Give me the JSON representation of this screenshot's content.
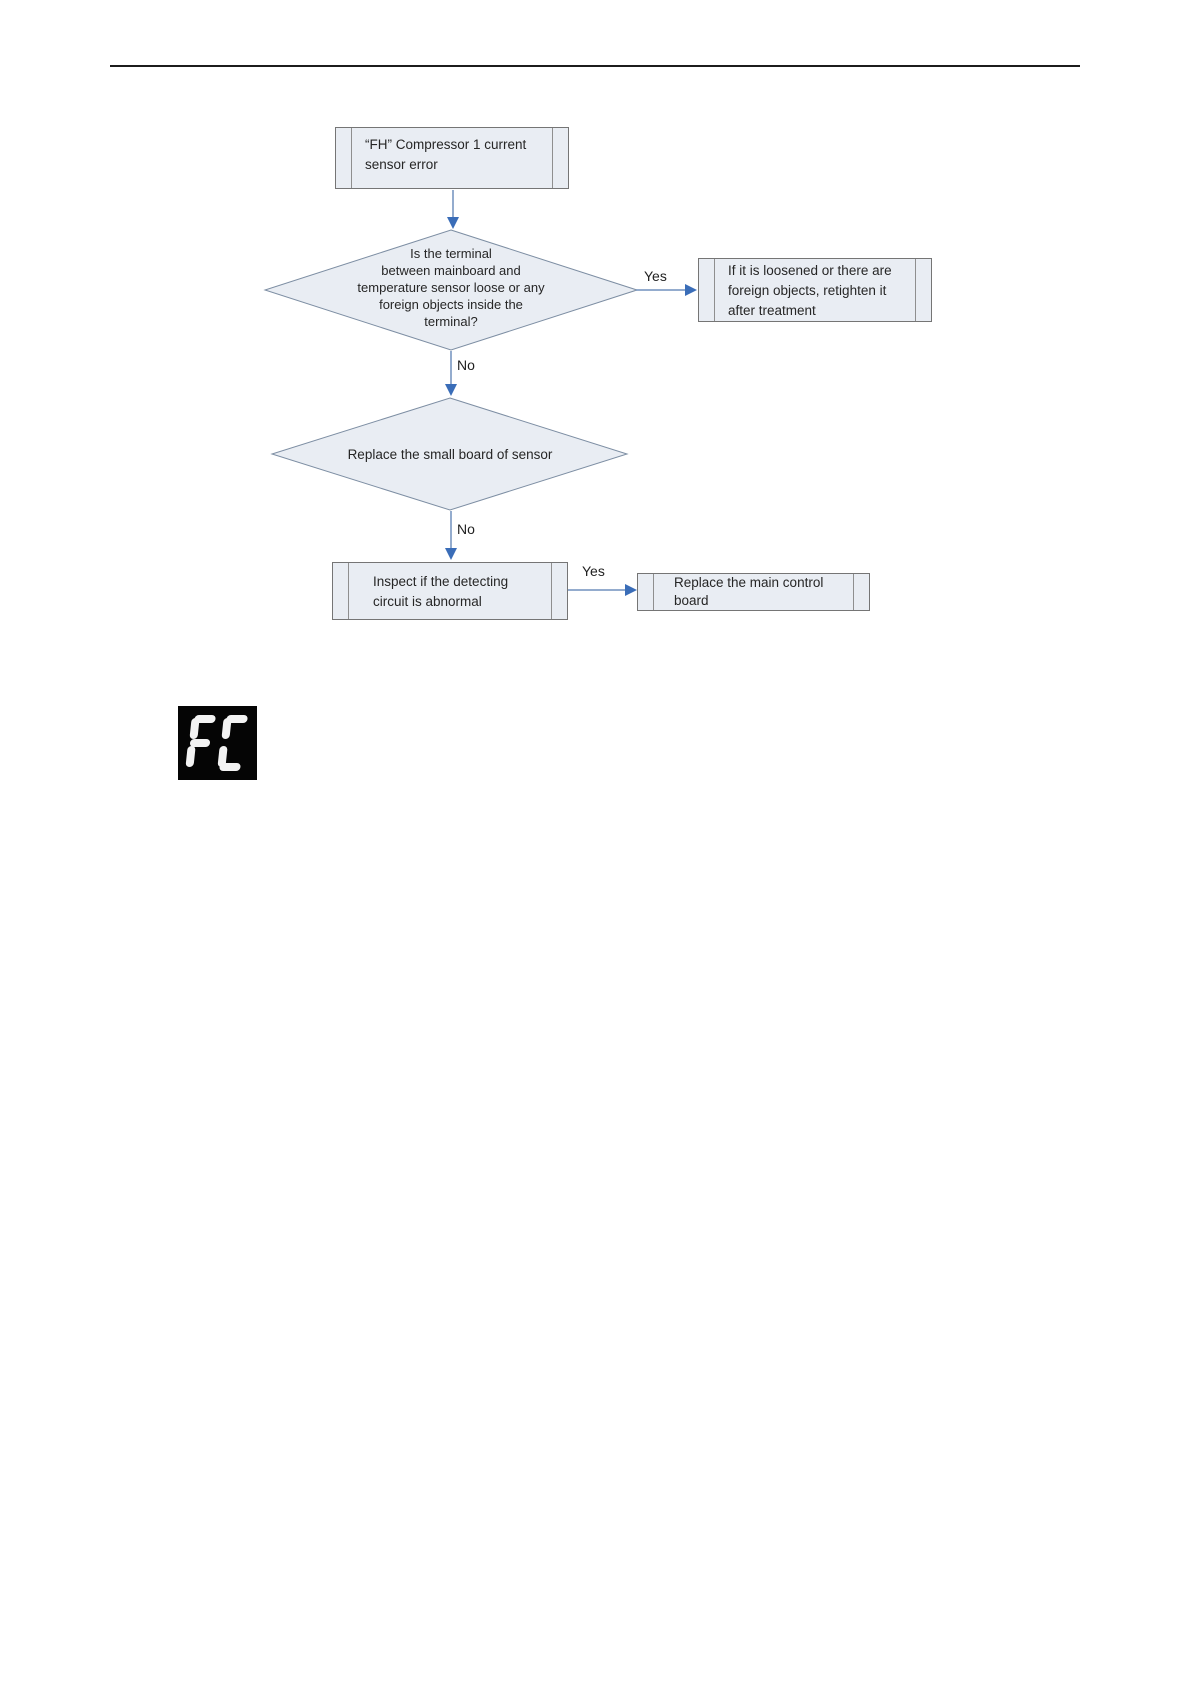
{
  "colors": {
    "node_fill": "#e9edf3",
    "node_border": "#757575",
    "diamond_border": "#7d8ea3",
    "arrow_line": "#7191bd",
    "arrow_head": "#3a6db8",
    "header_rule": "#1c1c1c",
    "display_background": "#050505",
    "display_segment": "#f3f3f3"
  },
  "flowchart": {
    "start": {
      "type": "process",
      "lines": [
        "“FH” Compressor 1 current",
        "sensor error"
      ]
    },
    "decision1": {
      "type": "decision",
      "lines": [
        "Is the terminal",
        "between mainboard and",
        "temperature sensor loose or any",
        "foreign objects inside the",
        "terminal?"
      ]
    },
    "yes_action1": {
      "type": "process",
      "lines": [
        "If it is loosened or there are",
        "foreign objects, retighten it",
        "after treatment"
      ]
    },
    "decision2": {
      "type": "decision",
      "lines": [
        "Replace the small board of sensor"
      ]
    },
    "inspect_action": {
      "type": "process",
      "lines": [
        "Inspect if the detecting",
        "circuit is abnormal"
      ]
    },
    "yes_action2": {
      "type": "process",
      "lines": [
        "Replace the main control",
        "board"
      ]
    },
    "labels": {
      "yes1": "Yes",
      "no1": "No",
      "no2": "No",
      "yes2": "Yes"
    }
  },
  "display": {
    "value": "FC",
    "digits": [
      "F",
      "C"
    ]
  }
}
